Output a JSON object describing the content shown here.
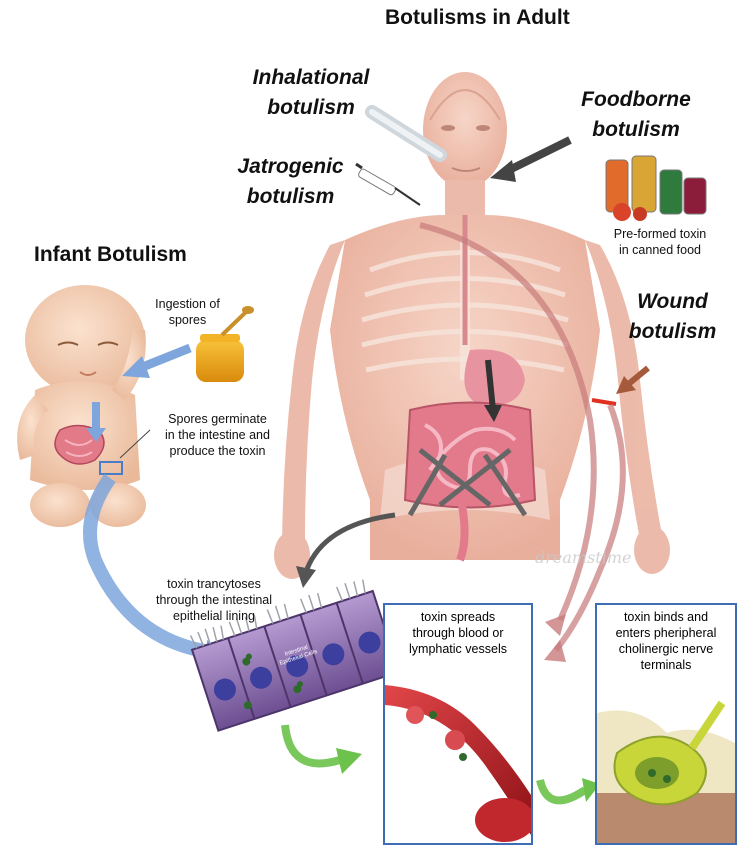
{
  "titles": {
    "adult": "Botulisms in Adult",
    "infant": "Infant Botulism"
  },
  "types": {
    "inhalational": [
      "Inhalational",
      "botulism"
    ],
    "jatrogenic": [
      "Jatrogenic",
      "botulism"
    ],
    "foodborne": [
      "Foodborne",
      "botulism"
    ],
    "wound": [
      "Wound",
      "botulism"
    ]
  },
  "captions": {
    "preformed": [
      "Pre-formed toxin",
      "in canned food"
    ],
    "ingestion": [
      "Ingestion of",
      "spores"
    ],
    "germinate": [
      "Spores germinate",
      "in the intestine and",
      "produce the toxin"
    ],
    "trancytoses": [
      "toxin trancytoses",
      "through the intestinal",
      "epithelial lining"
    ],
    "spreads": [
      "toxin spreads",
      "through blood or",
      "lymphatic vessels"
    ],
    "binds": [
      "toxin binds and",
      "enters pheripheral",
      "cholinergic nerve",
      "terminals"
    ],
    "epithelial_label": [
      "Intestinal",
      "Epithelial Cells"
    ]
  },
  "watermark": "dreamstime",
  "colors": {
    "skin": "#f2c4b3",
    "wound_mark": "#e03020",
    "blue_arrow": "#7ea6dc",
    "green_arrow": "#6cc24a",
    "red_arrow": "#c87a7a",
    "box_border": "#3e6db3"
  }
}
